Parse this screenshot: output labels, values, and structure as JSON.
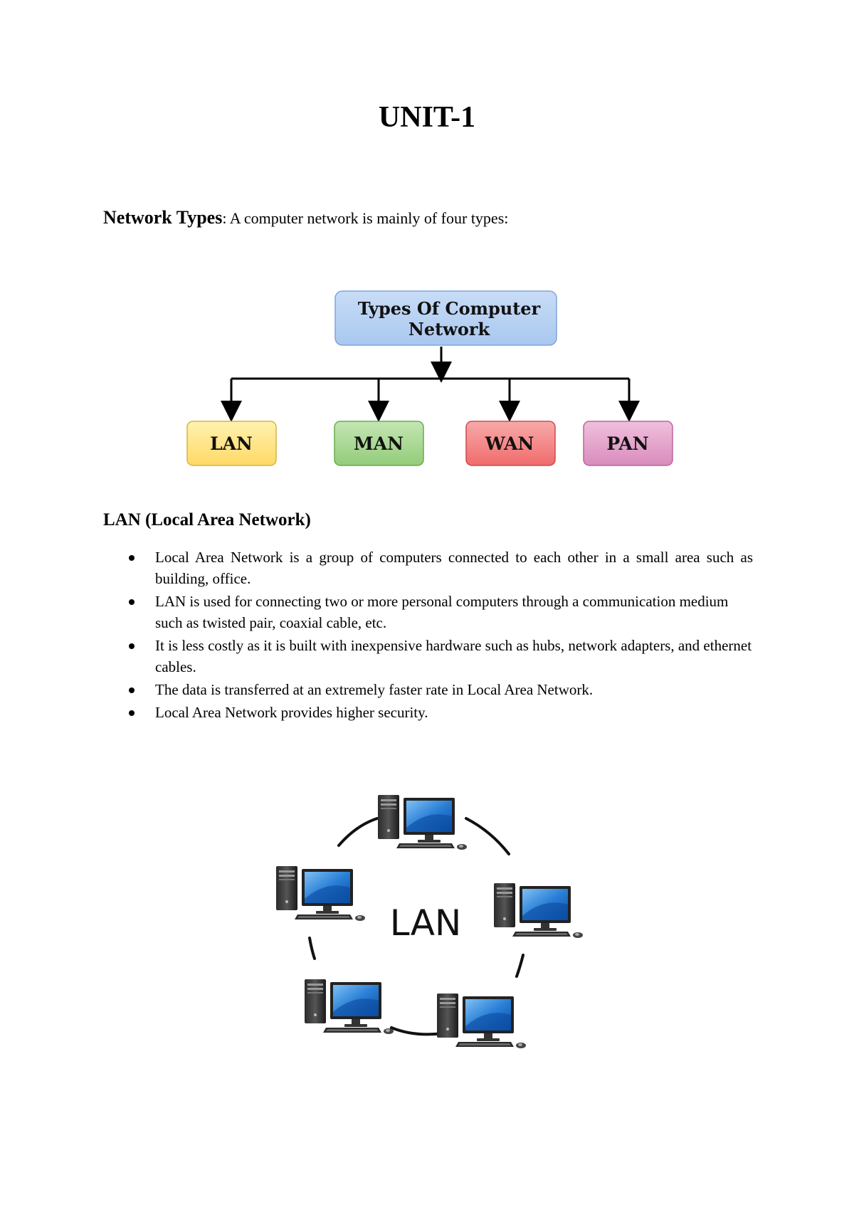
{
  "page": {
    "title": "UNIT-1"
  },
  "intro": {
    "lead": "Network Types",
    "separator": ":",
    "text": " A computer network is mainly of four types:"
  },
  "types_diagram": {
    "root": {
      "line1": "Types Of Computer",
      "line2": "Network",
      "color": "#a9c8f0"
    },
    "children": [
      {
        "label": "LAN",
        "color": "#ffd966"
      },
      {
        "label": "MAN",
        "color": "#93cc79"
      },
      {
        "label": "WAN",
        "color": "#f06b6b"
      },
      {
        "label": "PAN",
        "color": "#d98cbc"
      }
    ]
  },
  "lan_section": {
    "heading": "LAN (Local Area Network)",
    "bullets": [
      "Local Area Network is a group of computers connected to each other in a small area such as building, office.",
      "LAN is used for connecting two or more personal computers through a communication medium such as twisted pair, coaxial cable, etc.",
      "It is less costly as it is built with inexpensive hardware such as hubs, network adapters, and ethernet cables.",
      "The data is transferred at an extremely faster rate in Local Area Network.",
      "Local Area Network provides higher security."
    ]
  },
  "lan_diagram": {
    "label": "LAN",
    "computer_count": 5,
    "icon": "desktop-computer-icon"
  }
}
